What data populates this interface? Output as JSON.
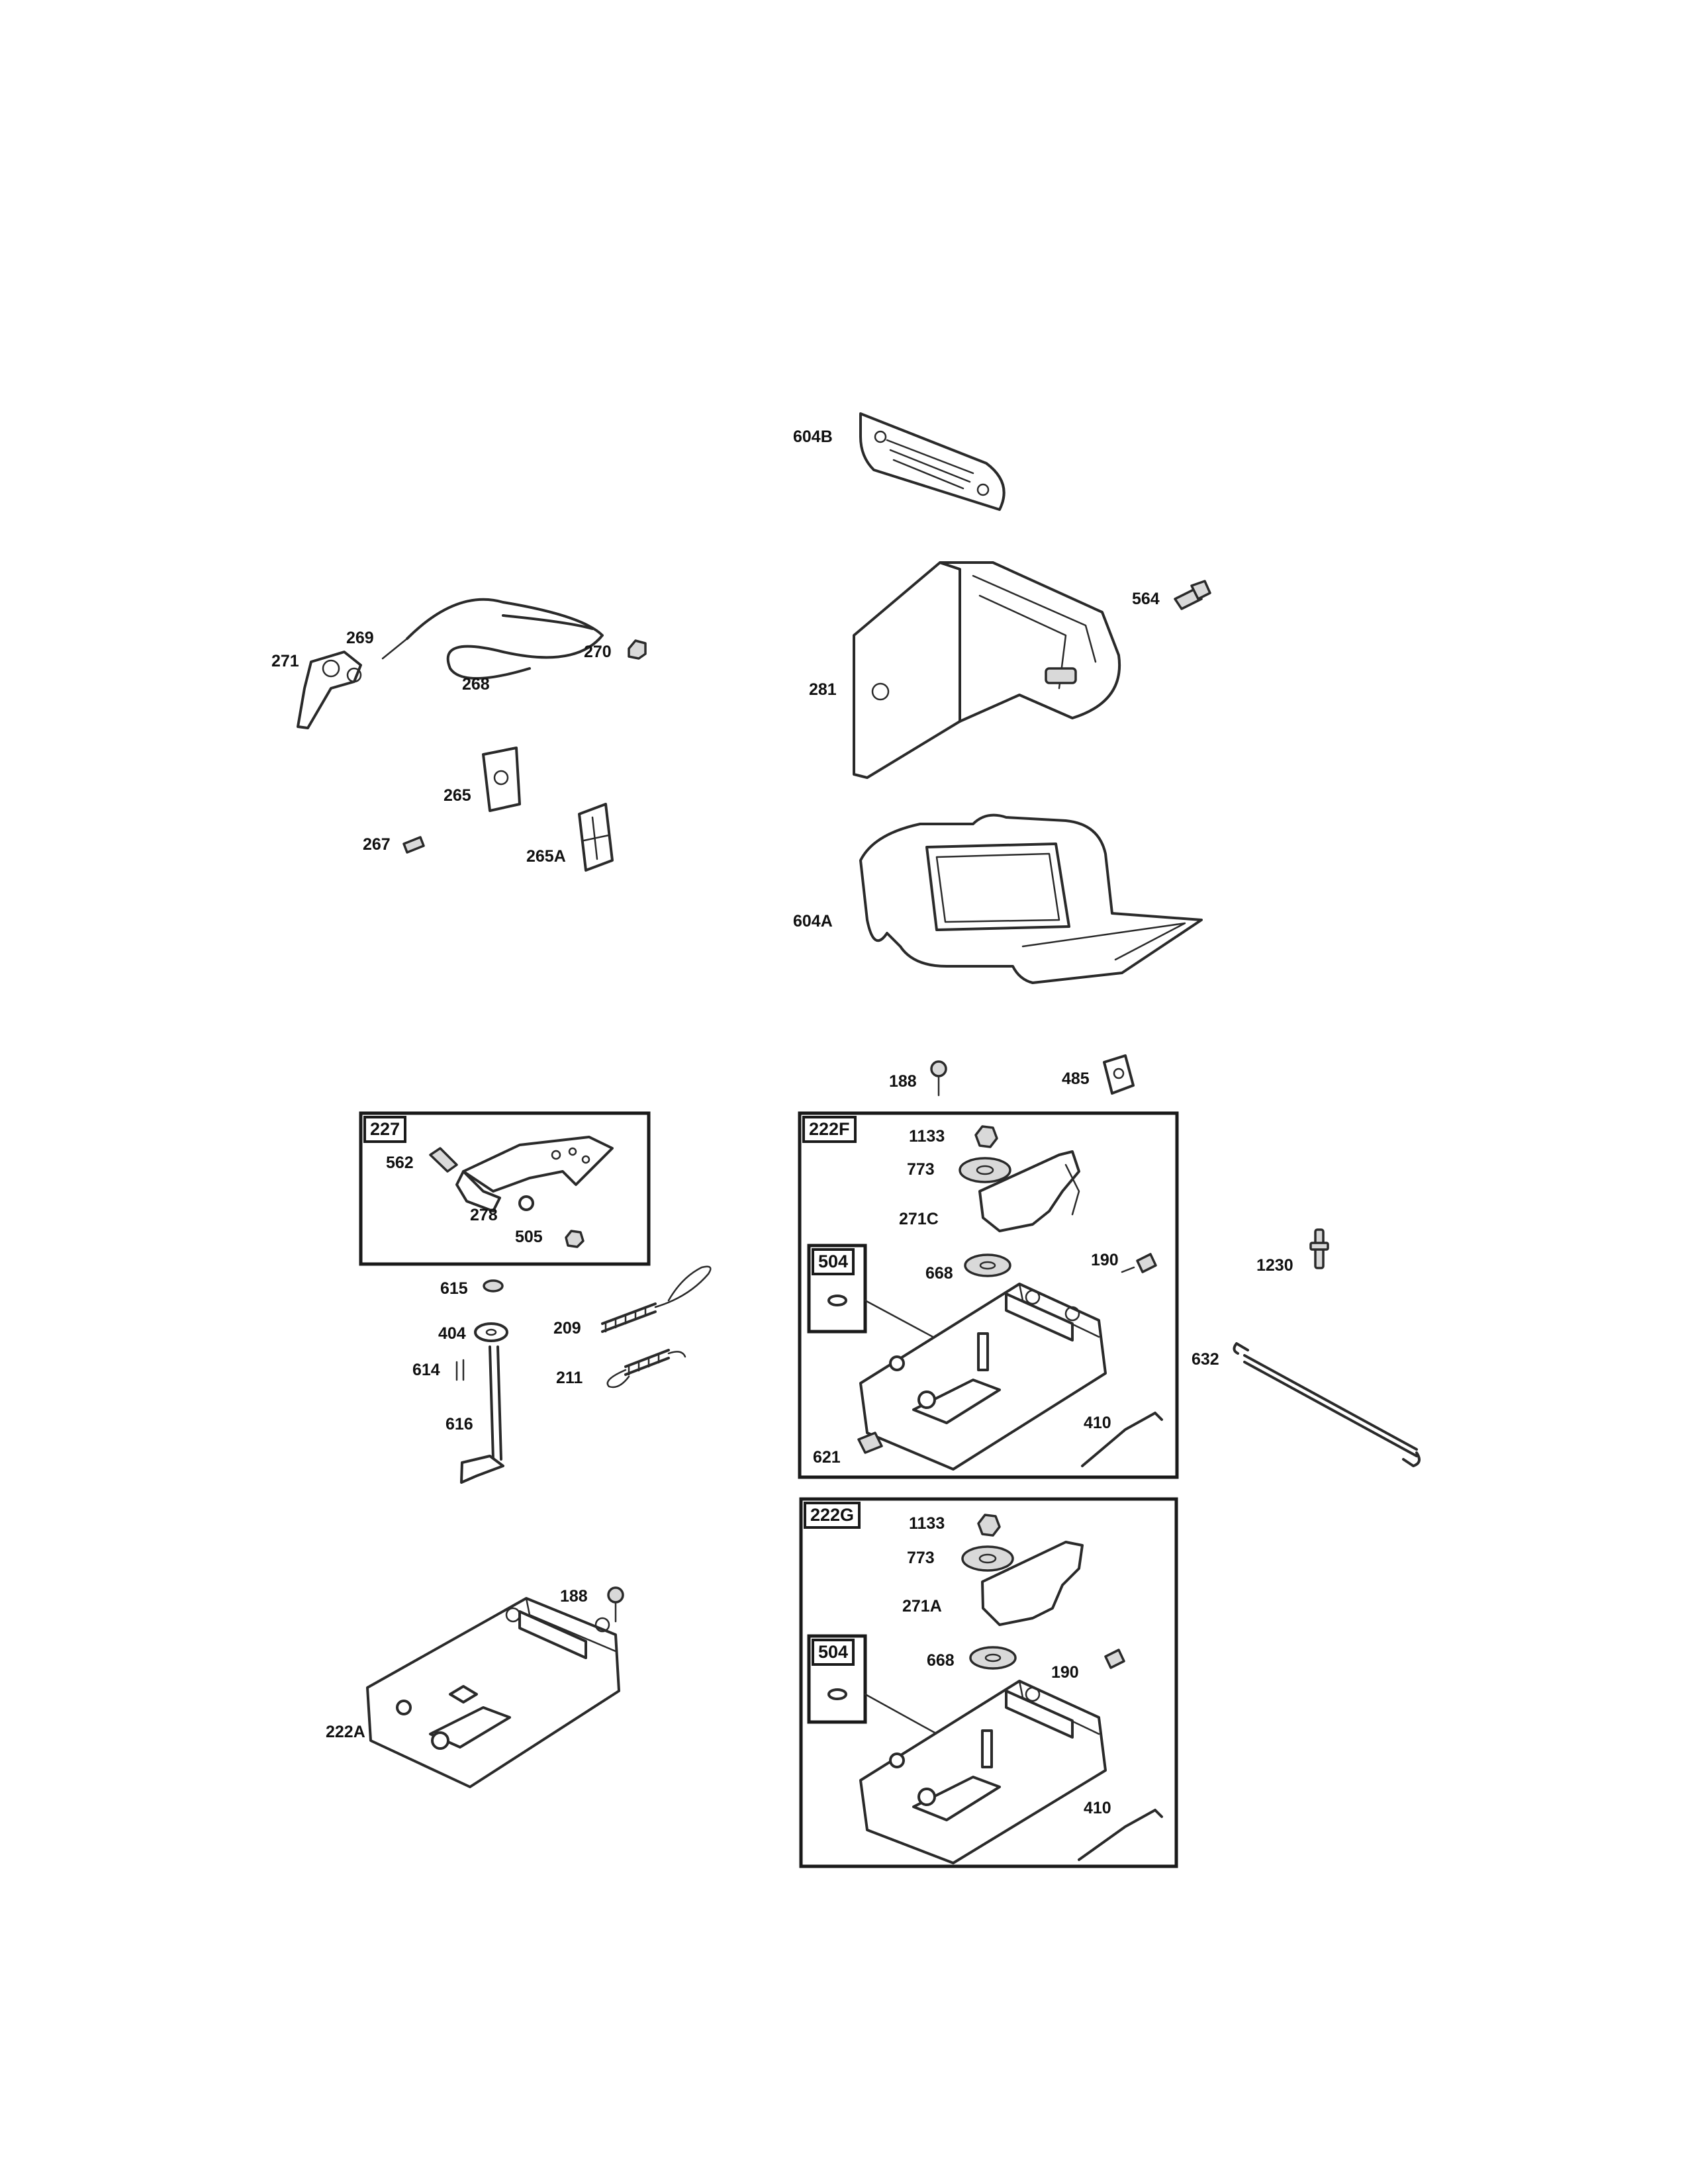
{
  "diagram": {
    "group_boxes": [
      {
        "key": "g227",
        "tag": "227"
      },
      {
        "key": "g222f",
        "tag": "222F"
      },
      {
        "key": "g504a",
        "tag": "504"
      },
      {
        "key": "g222g",
        "tag": "222G"
      },
      {
        "key": "g504b",
        "tag": "504"
      }
    ],
    "parts": {
      "p604b": "604B",
      "p564": "564",
      "p281": "281",
      "p604a": "604A",
      "p269": "269",
      "p271": "271",
      "p268": "268",
      "p270": "270",
      "p265": "265",
      "p267": "267",
      "p265a": "265A",
      "p188a": "188",
      "p485": "485",
      "p562": "562",
      "p278": "278",
      "p505": "505",
      "p1133a": "1133",
      "p773a": "773",
      "p271c": "271C",
      "p668a": "668",
      "p190a": "190",
      "p1230": "1230",
      "p615": "615",
      "p404": "404",
      "p209": "209",
      "p614": "614",
      "p211": "211",
      "p616": "616",
      "p632": "632",
      "p410a": "410",
      "p621": "621",
      "p1133b": "1133",
      "p773b": "773",
      "p271a": "271A",
      "p188b": "188",
      "p668b": "668",
      "p190b": "190",
      "p222a": "222A",
      "p410b": "410"
    }
  }
}
